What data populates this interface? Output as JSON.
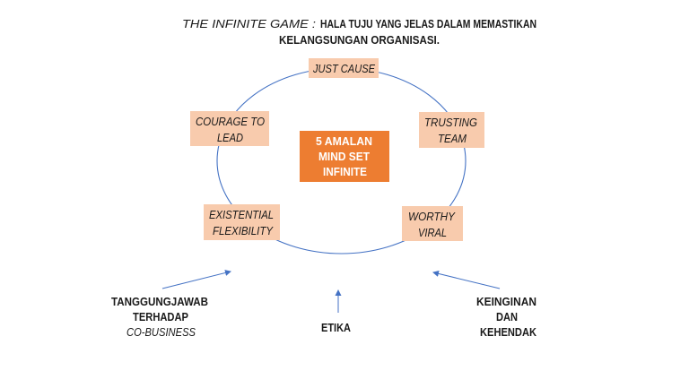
{
  "title": {
    "lead_italic": "THE INFINITE GAME :",
    "line1_bold": "HALA TUJU YANG JELAS DALAM MEMASTIKAN",
    "line2_bold": "KELANGSUNGAN ORGANISASI."
  },
  "center_box": [
    "5 AMALAN",
    "MIND SET",
    "INFINITE"
  ],
  "practices": {
    "just_cause": [
      "JUST CAUSE"
    ],
    "trusting_team": [
      "TRUSTING",
      "TEAM"
    ],
    "worthy_viral": [
      "WORTHY",
      "VIRAL"
    ],
    "existential_flexibility": [
      "EXISTENTIAL",
      "FLEXIBILITY"
    ],
    "courage_to_lead": [
      "COURAGE TO",
      "LEAD"
    ]
  },
  "foundations": {
    "left": [
      "TANGGUNGJAWAB",
      "TERHADAP",
      "CO-BUSINESS"
    ],
    "middle": [
      "ETIKA"
    ],
    "right": [
      "KEINGINAN",
      "DAN",
      "KEHENDAK"
    ]
  },
  "colors": {
    "practice_box": "#F8CBAD",
    "center_box": "#ED7D31",
    "ring": "#4472C4",
    "arrow": "#4472C4"
  }
}
